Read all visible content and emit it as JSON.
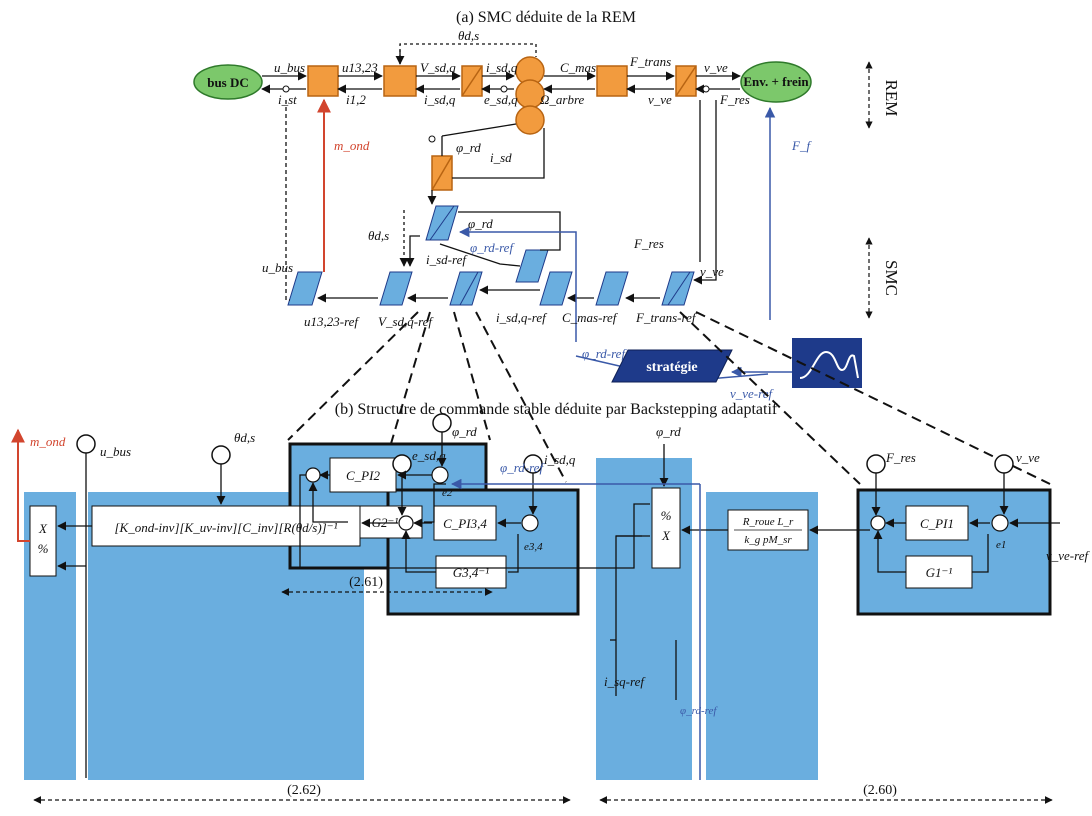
{
  "titles": {
    "a": "(a) SMC déduite de la REM",
    "b": "(b) Structure de commande stable déduite par Backstepping adaptatif"
  },
  "side_labels": {
    "rem": "REM",
    "smc": "SMC"
  },
  "rem": {
    "bus_dc": "bus DC",
    "env_frein": "Env. + frein",
    "u_bus": "u_bus",
    "i_st": "i_st",
    "u13_23": "u13,23",
    "i12": "i1,2",
    "vsdq": "V_sd,q",
    "isdq_top": "i_sd,q",
    "isdq_bot": "i_sd,q",
    "esdq": "e_sd,q",
    "theta_ds": "θd,s",
    "cmas": "C_mas",
    "omega_arbre": "Ω_arbre",
    "ftrans": "F_trans",
    "vve_top": "v_ve",
    "vve_mid": "v_ve",
    "fres": "F_res",
    "ff": "F_f",
    "m_ond": "m_ond",
    "phi_rd": "φ_rd",
    "isd": "i_sd"
  },
  "smc": {
    "u_bus": "u_bus",
    "theta_ds": "θd,s",
    "phi_rd": "φ_rd",
    "phi_rd_ref": "φ_rd-ref",
    "isd_ref": "i_sd-ref",
    "fres": "F_res",
    "vve": "v_ve",
    "u13_23_ref": "u13,23-ref",
    "vsdq_ref": "V_sd,q-ref",
    "isdq_ref": "i_sd,q-ref",
    "cmas_ref": "C_mas-ref",
    "ftrans_ref": "F_trans-ref",
    "phi_rd_ref2": "φ_rd-ref",
    "vve_ref": "v_ve-ref",
    "strategie": "stratégie"
  },
  "backstepping": {
    "m_ond": "m_ond",
    "u_bus": "u_bus",
    "theta_ds": "θd,s",
    "phi_rd": "φ_rd",
    "phi_rd_ref": "φ_rd-ref",
    "phi_rd2": "φ_rd",
    "phi_rd_ref2": "φ_rd-ref",
    "esdq": "e_sd,q",
    "isdq": "i_sd,q",
    "fres": "F_res",
    "vve": "v_ve",
    "vve_ref": "v_ve-ref",
    "isq_ref": "i_sq-ref",
    "cpi2": "C_PI2",
    "g2": "G2⁻¹",
    "e2": "e2",
    "cpi34": "C_PI3,4",
    "g34": "G3,4⁻¹",
    "e34": "e3,4",
    "cpi1": "C_PI1",
    "g1": "G1⁻¹",
    "e1": "e1",
    "mult": "X",
    "pct": "%",
    "pct2": "%",
    "mult2": "X",
    "matrix": "[K_ond-inv][K_uv-inv][C_inv][R(θd/s)]⁻¹",
    "frac_num": "R_roue   L_r",
    "frac_den": "k_g     pM_sr",
    "eq1": "(2.61)",
    "eq2": "(2.62)",
    "eq3": "(2.60)"
  },
  "colors": {
    "block_blue": "#6aaedf",
    "orange": "#f29b3e",
    "green": "#7cc86b",
    "dark_blue": "#1e3a8a",
    "arrow_blue": "#3a59a8",
    "red": "#d2452e"
  }
}
